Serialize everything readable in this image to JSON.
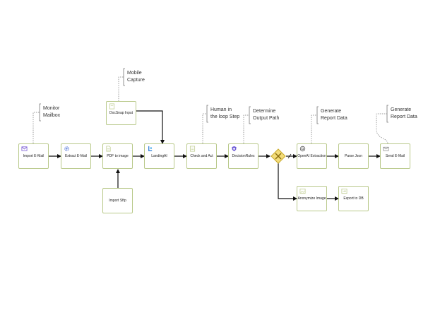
{
  "tasks": {
    "import_email": "Import E-Mail",
    "extract_email": "Extract E-Mail",
    "pdf_to_image": "PDF to image",
    "landing_ai": "LandingAI",
    "check_act": "Check and Act",
    "decision_rules": "DecisionRules",
    "openai_extraction": "OpenAI Extraction",
    "parse_json": "Parse Json",
    "send_email": "Send E-Mail",
    "docsnap_input": "DocSnap Input",
    "import_sftp": "Import Sftp",
    "anonymize_image": "Anonymize Image",
    "export_db": "Export to DB"
  },
  "annotations": {
    "monitor_mailbox": [
      "Monitor",
      "Mailbox"
    ],
    "mobile_capture": [
      "Mobile",
      "Capture"
    ],
    "human_loop": [
      "Human in",
      "the loop Step"
    ],
    "determine_output": [
      "Determine",
      "Output Path"
    ],
    "generate_report_1": [
      "Generate",
      "Report Data"
    ],
    "generate_report_2": [
      "Generate",
      "Report Data"
    ]
  },
  "colors": {
    "task_border": "#b9c98a",
    "gateway_fill": "#f3dc79",
    "gateway_stroke": "#c9a92a",
    "edge": "#111111",
    "annotation_line": "#777777"
  },
  "icons": {
    "import_email": "email-icon",
    "extract_email": "gear-icon",
    "pdf_to_image": "document-icon",
    "landing_ai": "ai-logo-icon",
    "check_act": "checklist-icon",
    "decision_rules": "shield-icon",
    "openai_extraction": "openai-icon",
    "send_email": "mail-icon",
    "docsnap_input": "document-icon",
    "anonymize_image": "image-icon",
    "export_db": "export-icon"
  }
}
